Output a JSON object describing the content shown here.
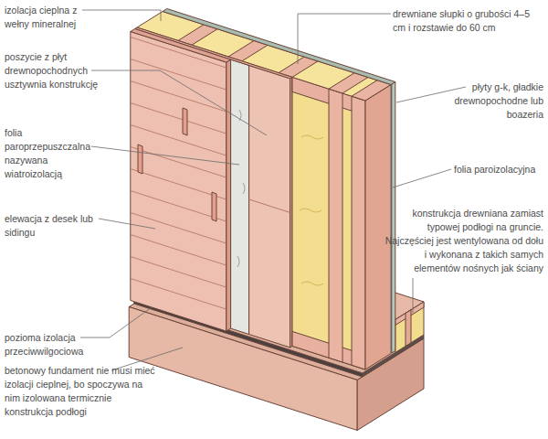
{
  "diagram": {
    "labels": [
      "izolacja cieplna z wełny mineralnej",
      "poszycie z płyt drewnopochodnych usztywnia konstrukcję",
      "folia paroprzepuszczalna nazywana wiatroizolacją",
      "elewacja z desek lub sidingu",
      "pozioma izolacja przeciwwilgociowa",
      "betonowy fundament nie musi mieć izolacji cieplnej, bo spoczywa na nim izolowana termicznie konstrukcja podłogi",
      "drewniane słupki o grubości 4–5 cm i rozstawie do 60 cm",
      "płyty g-k, gładkie drewnopochodne lub boazeria",
      "folia paroizolacyjna",
      "konstrukcja drewniana zamiast typowej podłogi na gruncie. Najczęściej jest wentylowana od dołu i wykonana z takich samych elementów nośnych jak ściany"
    ]
  }
}
